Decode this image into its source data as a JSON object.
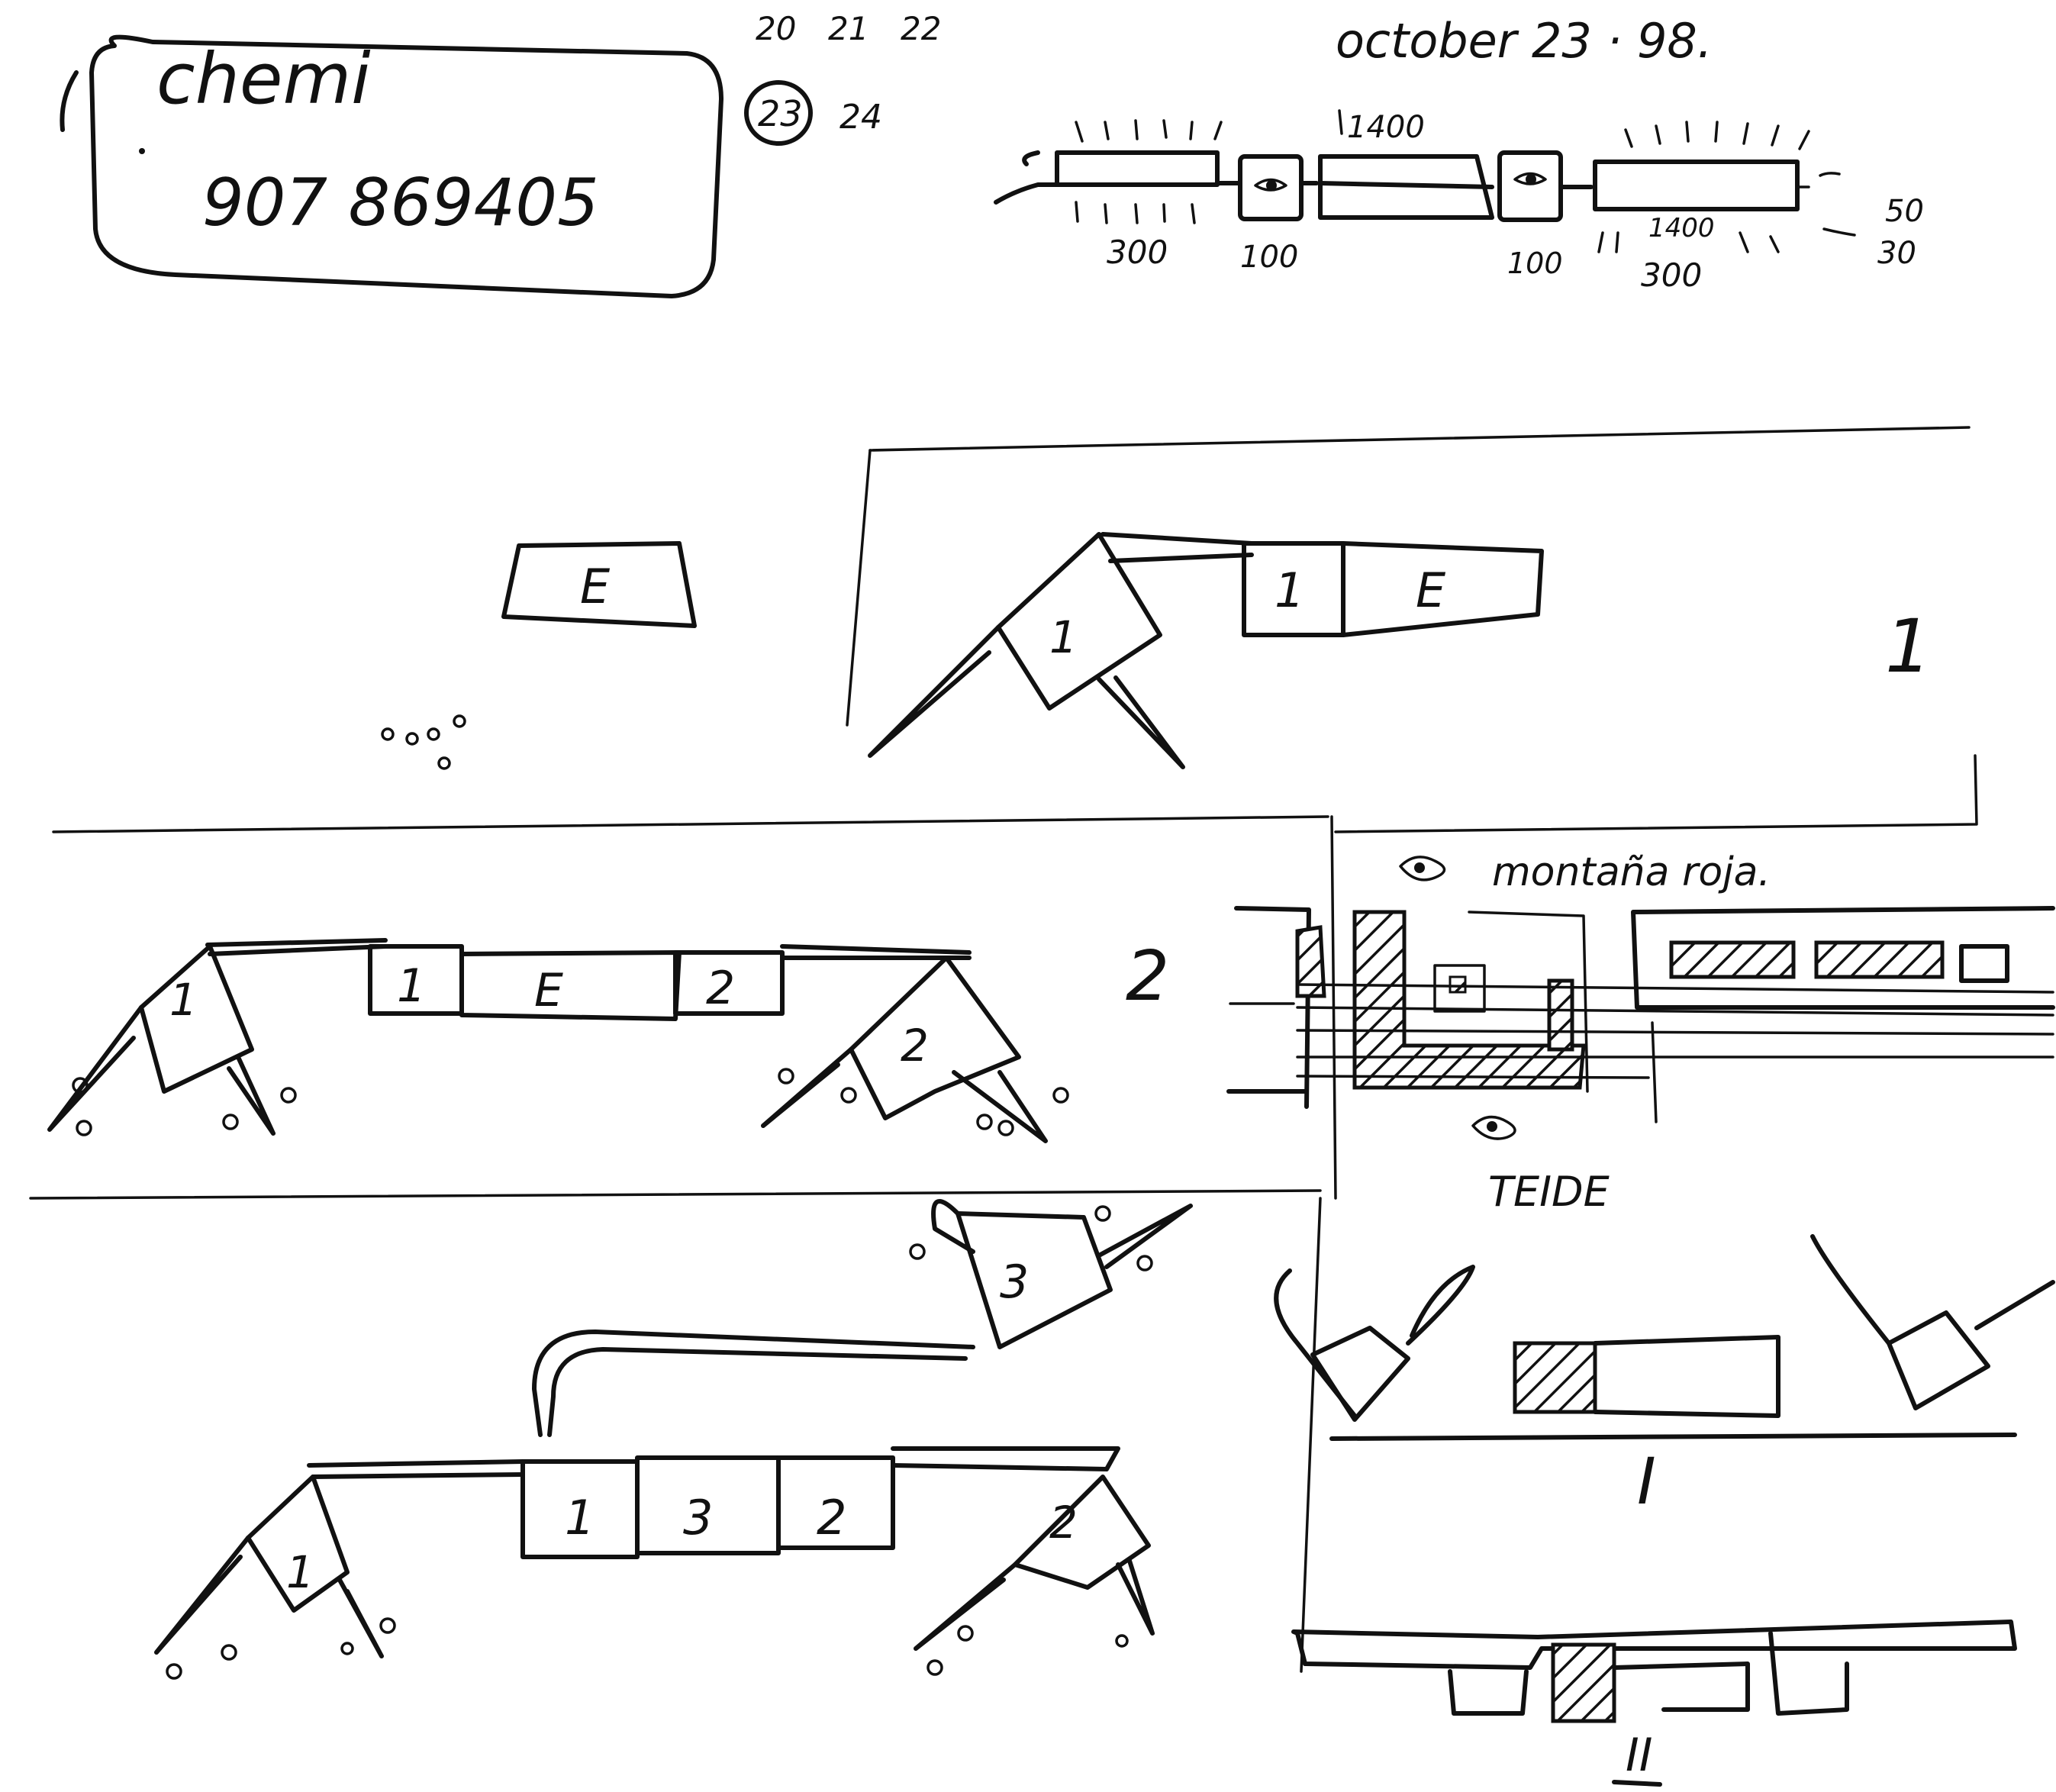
{
  "header": {
    "contact_name": "chemi",
    "contact_phone": "907 869405",
    "calendar_days": [
      "20",
      "21",
      "22",
      "23",
      "24"
    ],
    "calendar_selected": "23",
    "date": "october 23 · 98."
  },
  "top_strip": {
    "dims": [
      "300",
      "100",
      "1400",
      "100",
      "1400",
      "300",
      "50",
      "30"
    ]
  },
  "stages": {
    "stage1": {
      "number": "1",
      "box_a": "E",
      "box_b": "1",
      "box_c": "E",
      "leaf": "1"
    },
    "stage2": {
      "number": "2",
      "boxes": [
        "1",
        "E",
        "2"
      ],
      "leaf_left": "1",
      "leaf_right": "2"
    },
    "stage3": {
      "boxes": [
        "1",
        "3",
        "2"
      ],
      "leaf_top": "3",
      "leaf_left": "1",
      "leaf_right": "2"
    }
  },
  "site_plan": {
    "label_top": "montaña roja.",
    "label_bottom": "TEIDE"
  },
  "sections": {
    "section1_label": "I",
    "section2_label": "II"
  }
}
